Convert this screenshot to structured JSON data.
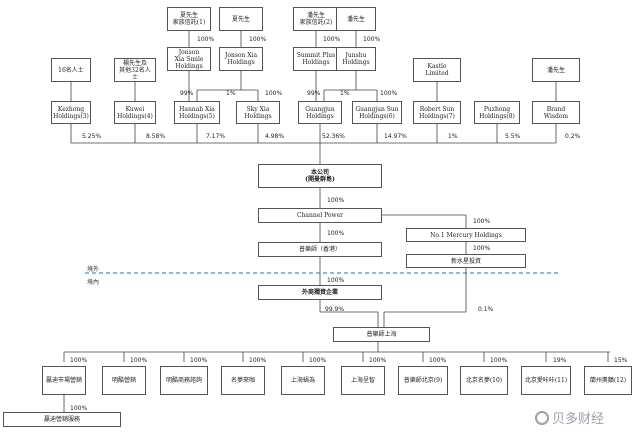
{
  "top_owners": {
    "xia_trust": "夏先生\n家族信託(1)",
    "xia": "夏先生",
    "pan_trust": "潘先生\n家族信託(2)",
    "pan": "潘先生",
    "persons16": "16名人士",
    "yang32": "楊先生及\n其他32名人士",
    "kastle": "Kastle Limited",
    "pan2": "潘先生"
  },
  "mid_holdings": {
    "jonson_smile": "Jonson\nXia Smile\nHoldings",
    "jonson_xia": "Jonson Xia\nHoldings",
    "summit_plus": "Summit Plus\nHoldings",
    "junshu": "Junshu\nHoldings"
  },
  "holders": {
    "kezhong": "Kezhong\nHoldings(3)",
    "kuwei": "Kuwei\nHoldings(4)",
    "hannah": "Hannah Xia\nHoldings(5)",
    "skyxia": "Sky Xia\nHoldings",
    "guangjun": "Guangjun\nHoldings",
    "guangjun_sun": "Guangjun Sun\nHoldings(6)",
    "robert_sun": "Robert Sun\nHoldings(7)",
    "puzhong": "Puzhong\nHoldings(8)",
    "brand_wisdom": "Brand\nWisdom"
  },
  "company": "本公司\n(開曼群島)",
  "channel_power": "Channel Power",
  "puleshi_hk": "普樂師（香港）",
  "mercury": "No.1 Mercury Holdings",
  "xinshuixing": "新水星投資",
  "wfoe": "外商獨資企業",
  "puleshi_sh": "普樂師上海",
  "subsidiaries": [
    "贏迪市場營銷",
    "明酷營銷",
    "明酷商務諮詢",
    "名夢來咖",
    "上海蝸為",
    "上海呈智",
    "普樂師北京(9)",
    "北京名夢(10)",
    "北京愛咔咔(11)",
    "蘭州奧鵝(12)"
  ],
  "sub_child": "贏迪營銷服務",
  "zones": {
    "offshore": "境外",
    "onshore": "境內"
  },
  "pcts": {
    "p_xiatrust": "100%",
    "p_xia": "100%",
    "p_pantrust": "100%",
    "p_pan": "100%",
    "p_99a": "99%",
    "p_1a": "1%",
    "p_100a": "100%",
    "p_99b": "99%",
    "p_1b": "1%",
    "p_100b": "100%",
    "r_kezhong": "5.25%",
    "r_kuwei": "8.58%",
    "r_hannah": "7.17%",
    "r_skyxia": "4.98%",
    "r_guangjun": "52.36%",
    "r_gjsun": "14.97%",
    "r_robert": "1%",
    "r_puzhong": "5.5%",
    "r_brand": "0.2%",
    "p_company_cp": "100%",
    "p_cp_hk": "100%",
    "p_cp_mercury": "100%",
    "p_mercury_xsx": "100%",
    "p_hk_wfoe": "100%",
    "p_wfoe_sh": "99.9%",
    "p_xsx_sh": "0.1%",
    "s1": "100%",
    "s2": "100%",
    "s3": "100%",
    "s4": "100%",
    "s5": "100%",
    "s6": "100%",
    "s7": "100%",
    "s8": "100%",
    "s9": "19%",
    "s10": "15%",
    "p_child": "100%"
  },
  "watermark": "贝多财经",
  "colors": {
    "line": "#444444",
    "dash": "#2b6cb0",
    "border": "#555555"
  }
}
